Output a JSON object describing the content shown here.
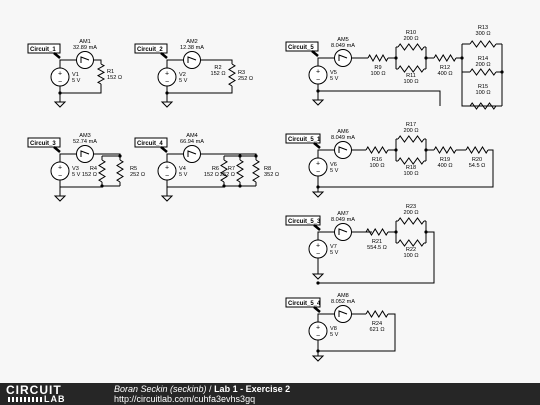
{
  "circuits": [
    {
      "id": "c1",
      "tag": "Circuit_1",
      "ammeter": {
        "name": "AM1",
        "reading": "32.89 mA"
      },
      "source": {
        "name": "V1",
        "value": "5 V"
      },
      "resistors": [
        {
          "name": "R1",
          "value": "152 Ω"
        }
      ]
    },
    {
      "id": "c2",
      "tag": "Circuit_2",
      "ammeter": {
        "name": "AM2",
        "reading": "12.38 mA"
      },
      "source": {
        "name": "V2",
        "value": "5 V"
      },
      "resistors": [
        {
          "name": "R2",
          "value": "152 Ω"
        },
        {
          "name": "R3",
          "value": "252 Ω"
        }
      ]
    },
    {
      "id": "c3",
      "tag": "Circuit_3",
      "ammeter": {
        "name": "AM3",
        "reading": "52.74 mA"
      },
      "source": {
        "name": "V3",
        "value": "5 V"
      },
      "resistors": [
        {
          "name": "R4",
          "value": "152 Ω"
        },
        {
          "name": "R5",
          "value": "252 Ω"
        }
      ]
    },
    {
      "id": "c4",
      "tag": "Circuit_4",
      "ammeter": {
        "name": "AM4",
        "reading": "66.94 mA"
      },
      "source": {
        "name": "V4",
        "value": "5 V"
      },
      "resistors": [
        {
          "name": "R6",
          "value": "152 Ω"
        },
        {
          "name": "R7",
          "value": "252 Ω"
        },
        {
          "name": "R8",
          "value": "352 Ω"
        }
      ]
    },
    {
      "id": "c5",
      "tag": "Circuit_5",
      "ammeter": {
        "name": "AM5",
        "reading": "8.049 mA"
      },
      "source": {
        "name": "V5",
        "value": "5 V"
      },
      "resistors": [
        {
          "name": "R9",
          "value": "100 Ω"
        },
        {
          "name": "R10",
          "value": "200 Ω"
        },
        {
          "name": "R11",
          "value": "100 Ω"
        },
        {
          "name": "R12",
          "value": "400 Ω"
        },
        {
          "name": "R13",
          "value": "300 Ω"
        },
        {
          "name": "R14",
          "value": "200 Ω"
        },
        {
          "name": "R15",
          "value": "100 Ω"
        }
      ]
    },
    {
      "id": "c51",
      "tag": "Circuit_5_1",
      "ammeter": {
        "name": "AM6",
        "reading": "8.049 mA"
      },
      "source": {
        "name": "V6",
        "value": "5 V"
      },
      "resistors": [
        {
          "name": "R16",
          "value": "100 Ω"
        },
        {
          "name": "R17",
          "value": "200 Ω"
        },
        {
          "name": "R18",
          "value": "100 Ω"
        },
        {
          "name": "R19",
          "value": "400 Ω"
        },
        {
          "name": "R20",
          "value": "54.5 Ω"
        }
      ]
    },
    {
      "id": "c53",
      "tag": "Circuit_5_3",
      "ammeter": {
        "name": "AM7",
        "reading": "8.049 mA"
      },
      "source": {
        "name": "V7",
        "value": "5 V"
      },
      "resistors": [
        {
          "name": "R21",
          "value": "554.5 Ω"
        },
        {
          "name": "R23",
          "value": "200 Ω"
        },
        {
          "name": "R22",
          "value": "100 Ω"
        }
      ]
    },
    {
      "id": "c54",
      "tag": "Circuit_5_4",
      "ammeter": {
        "name": "AM8",
        "reading": "8.052 mA"
      },
      "source": {
        "name": "V8",
        "value": "5 V"
      },
      "resistors": [
        {
          "name": "R24",
          "value": "621 Ω"
        }
      ]
    }
  ],
  "footer": {
    "logo_top": "CIRCUIT",
    "logo_bottom": "LAB",
    "author": "Boran Seckin (seckinb)",
    "separator": " / ",
    "title": "Lab 1 - Exercise 2",
    "url": "http://circuitlab.com/cuhfa3evhs3gq"
  }
}
